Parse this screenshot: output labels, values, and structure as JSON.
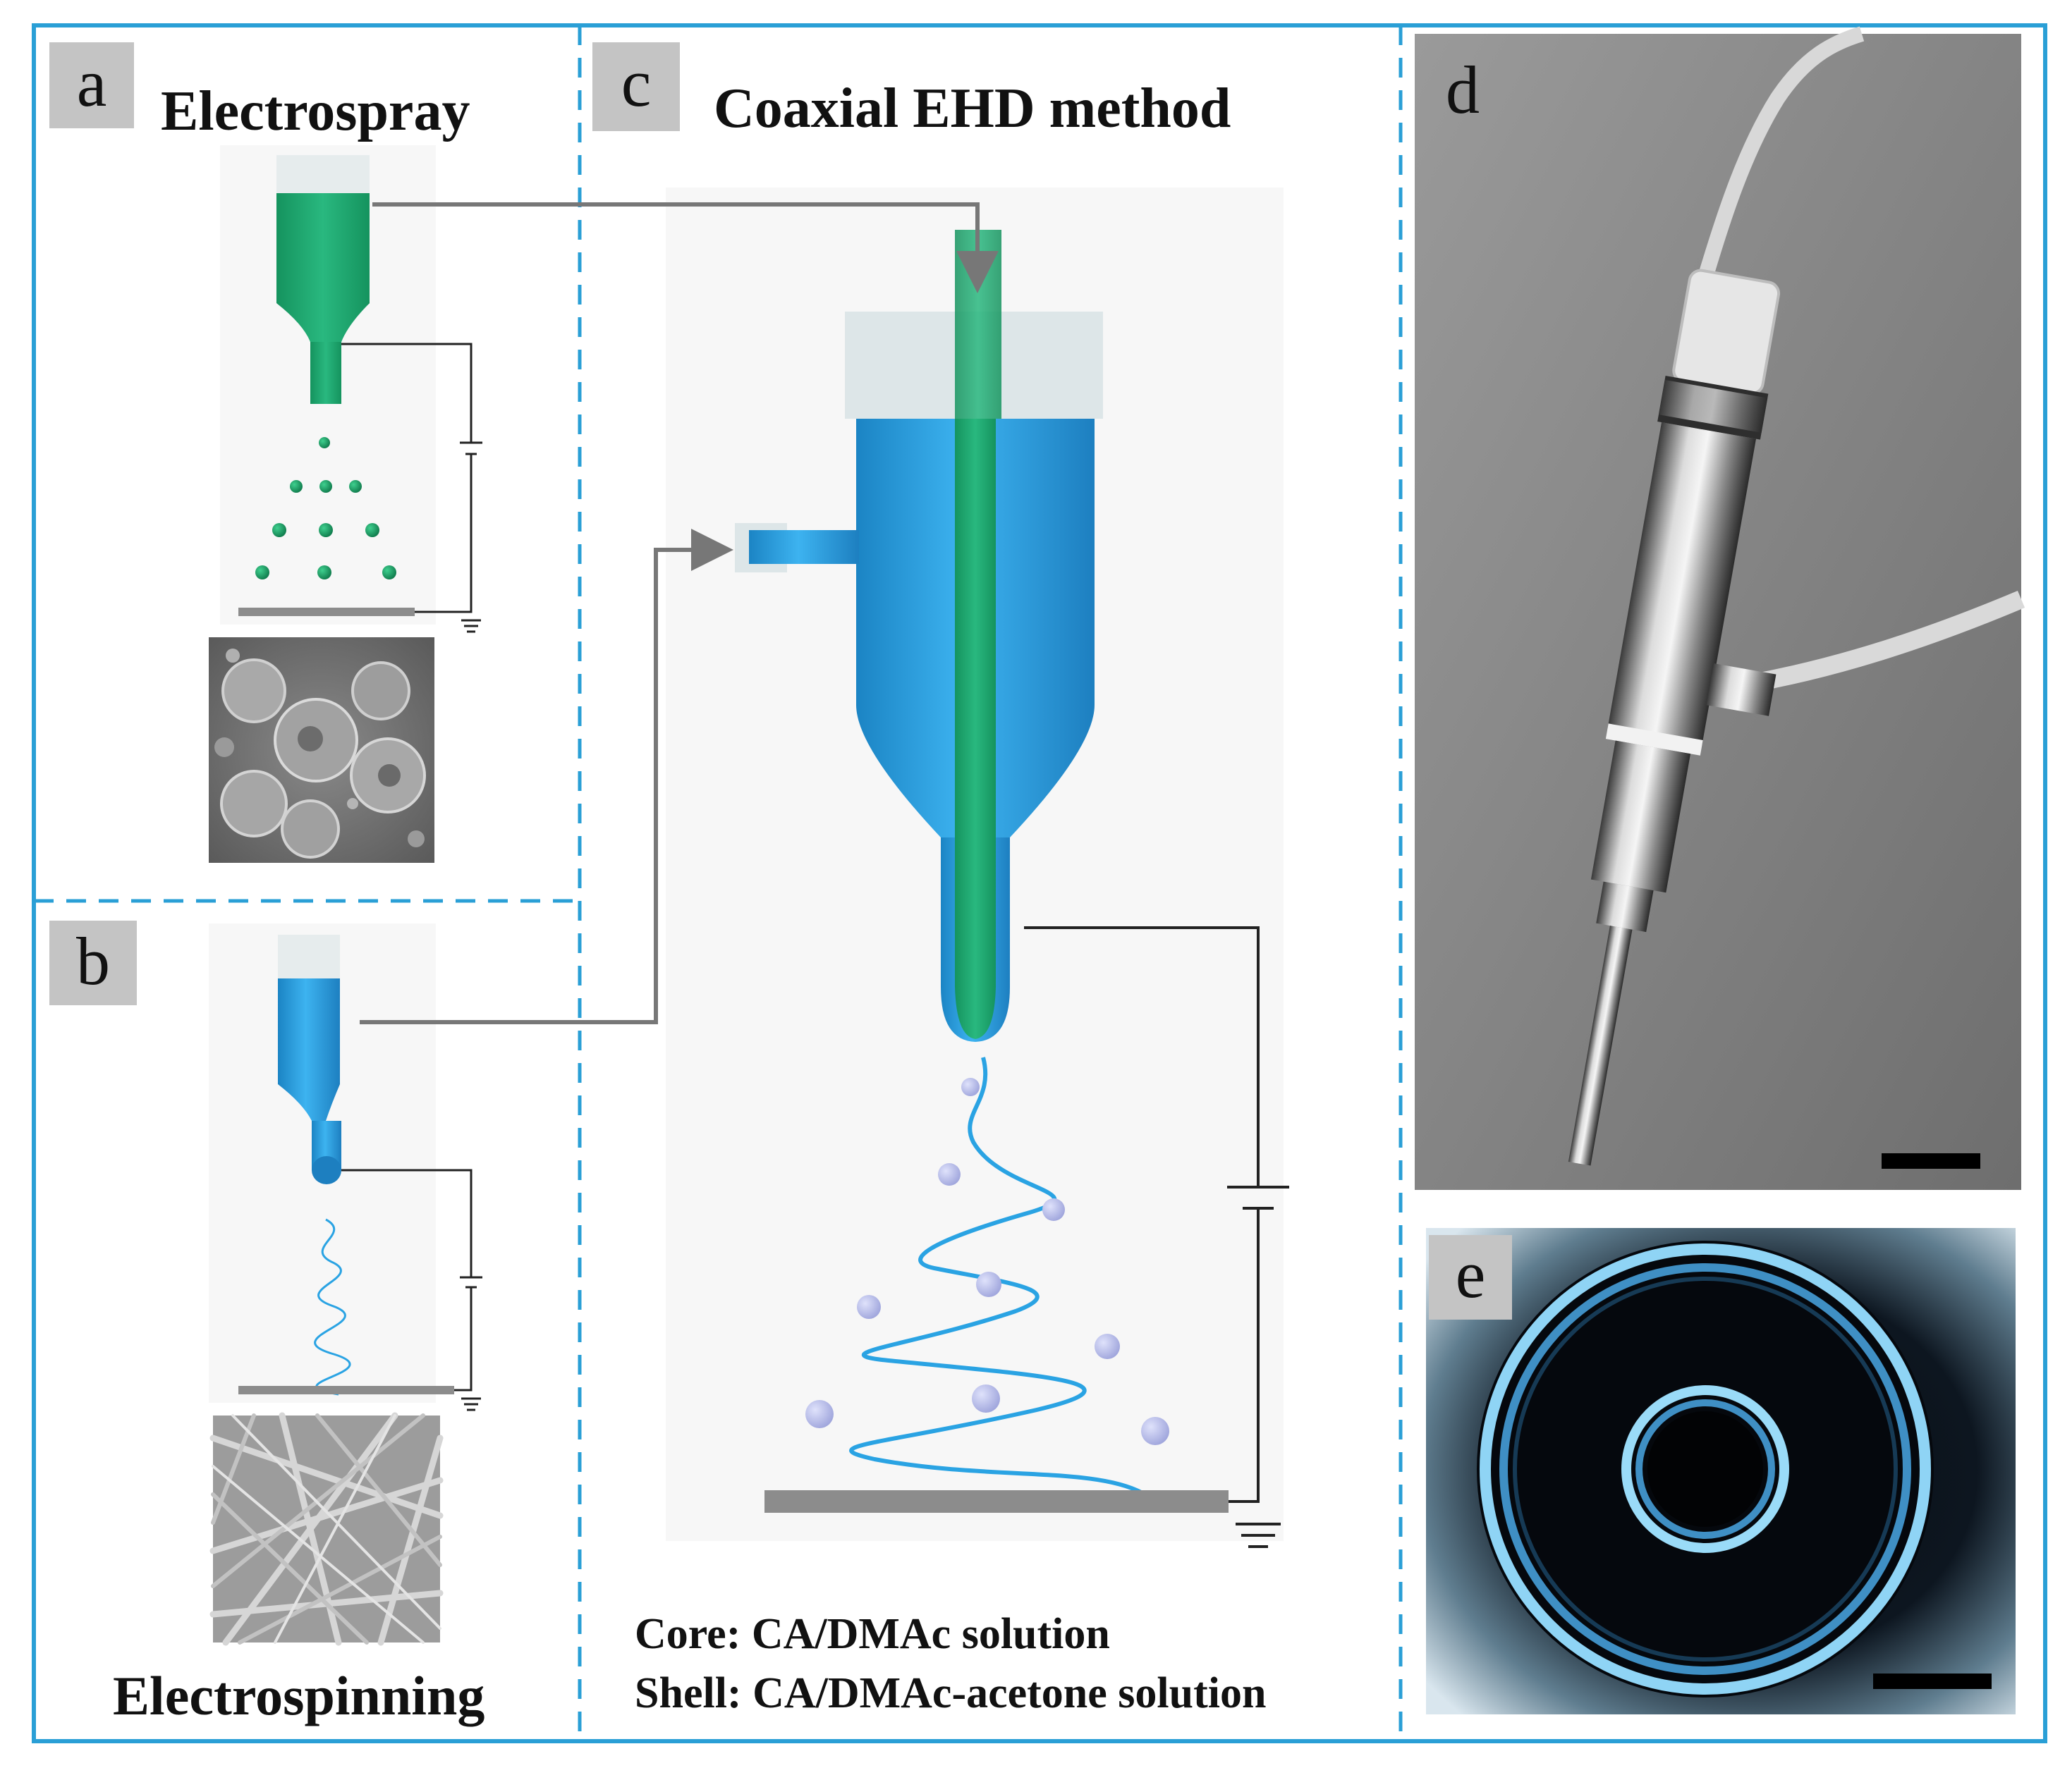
{
  "panels": {
    "a": {
      "letter": "a",
      "title": "Electrospray"
    },
    "b": {
      "letter": "b",
      "title": "Electrospinning"
    },
    "c": {
      "letter": "c",
      "title": "Coaxial EHD method"
    },
    "d": {
      "letter": "d"
    },
    "e": {
      "letter": "e"
    }
  },
  "captions": {
    "core": "Core: CA/DMAc solution",
    "shell": "Shell: CA/DMAc-acetone solution"
  },
  "colors": {
    "frame": "#2a9fd6",
    "core_solution": "#1aa86e",
    "shell_solution": "#2aa3e3",
    "particles": "#b9bde9",
    "collector": "#8c8c8c",
    "label_box": "#c4c4c4"
  }
}
